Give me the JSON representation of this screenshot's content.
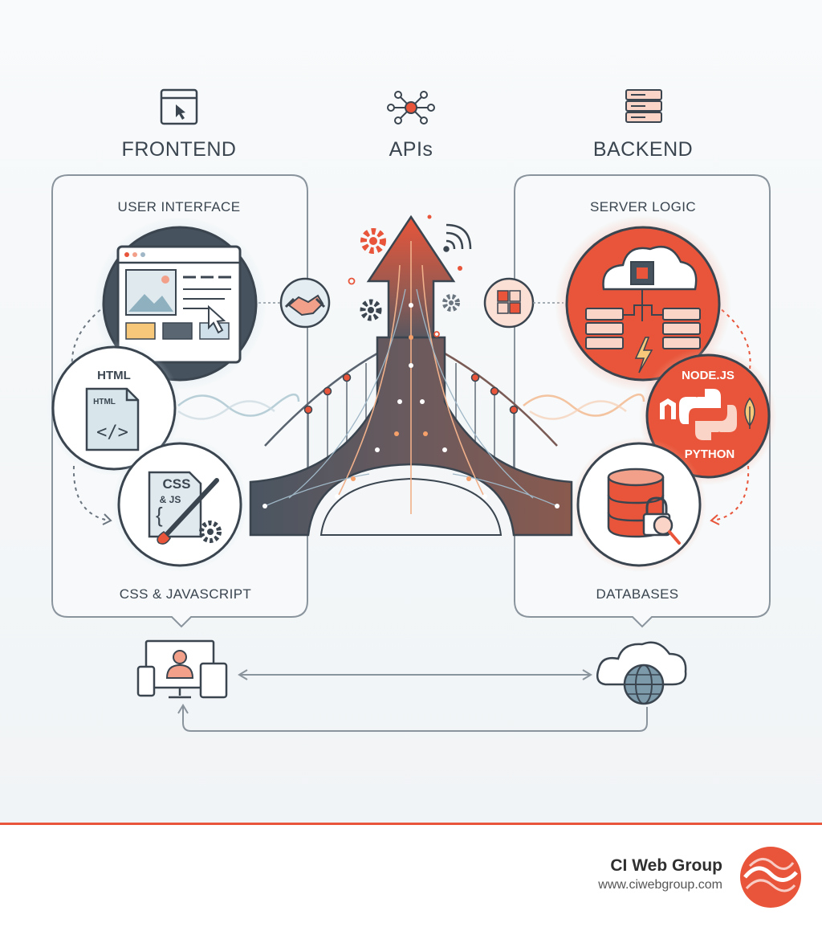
{
  "columns": {
    "frontend": "FRONTEND",
    "apis": "APIs",
    "backend": "BACKEND"
  },
  "frontend_panel": {
    "top_label": "USER INTERFACE",
    "bottom_label": "CSS & JAVASCRIPT",
    "html_circle": "HTML",
    "html_doc": "HTML",
    "css_circle": "CSS\n& JS"
  },
  "backend_panel": {
    "top_label": "SERVER LOGIC",
    "bottom_label": "DATABASES",
    "node_label": "NODE.JS",
    "python_label": "PYTHON"
  },
  "brand": {
    "name": "CI Web Group",
    "url": "www.ciwebgroup.com"
  },
  "colors": {
    "accent": "#e8553a",
    "dark": "#3a4550",
    "steel": "#556270"
  }
}
